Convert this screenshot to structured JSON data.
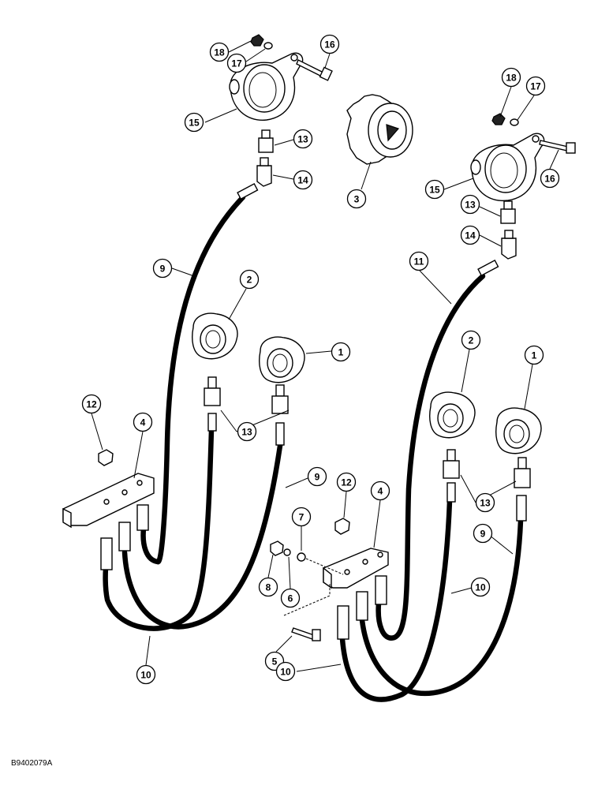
{
  "figure_code": "B9402079A",
  "callouts": [
    {
      "id": "c18a",
      "label": "18"
    },
    {
      "id": "c17a",
      "label": "17"
    },
    {
      "id": "c16a",
      "label": "16"
    },
    {
      "id": "c15a",
      "label": "15"
    },
    {
      "id": "c13a",
      "label": "13"
    },
    {
      "id": "c14a",
      "label": "14"
    },
    {
      "id": "c3",
      "label": "3"
    },
    {
      "id": "c18b",
      "label": "18"
    },
    {
      "id": "c17b",
      "label": "17"
    },
    {
      "id": "c16b",
      "label": "16"
    },
    {
      "id": "c15b",
      "label": "15"
    },
    {
      "id": "c13b",
      "label": "13"
    },
    {
      "id": "c14b",
      "label": "14"
    },
    {
      "id": "c9a",
      "label": "9"
    },
    {
      "id": "c11",
      "label": "11"
    },
    {
      "id": "c2a",
      "label": "2"
    },
    {
      "id": "c1a",
      "label": "1"
    },
    {
      "id": "c2b",
      "label": "2"
    },
    {
      "id": "c1b",
      "label": "1"
    },
    {
      "id": "c12a",
      "label": "12"
    },
    {
      "id": "c4a",
      "label": "4"
    },
    {
      "id": "c13c",
      "label": "13"
    },
    {
      "id": "c9b",
      "label": "9"
    },
    {
      "id": "c12b",
      "label": "12"
    },
    {
      "id": "c4b",
      "label": "4"
    },
    {
      "id": "c7",
      "label": "7"
    },
    {
      "id": "c13d",
      "label": "13"
    },
    {
      "id": "c9c",
      "label": "9"
    },
    {
      "id": "c8",
      "label": "8"
    },
    {
      "id": "c6",
      "label": "6"
    },
    {
      "id": "c10a",
      "label": "10"
    },
    {
      "id": "c10b",
      "label": "10"
    },
    {
      "id": "c5",
      "label": "5"
    },
    {
      "id": "c10c",
      "label": "10"
    }
  ]
}
